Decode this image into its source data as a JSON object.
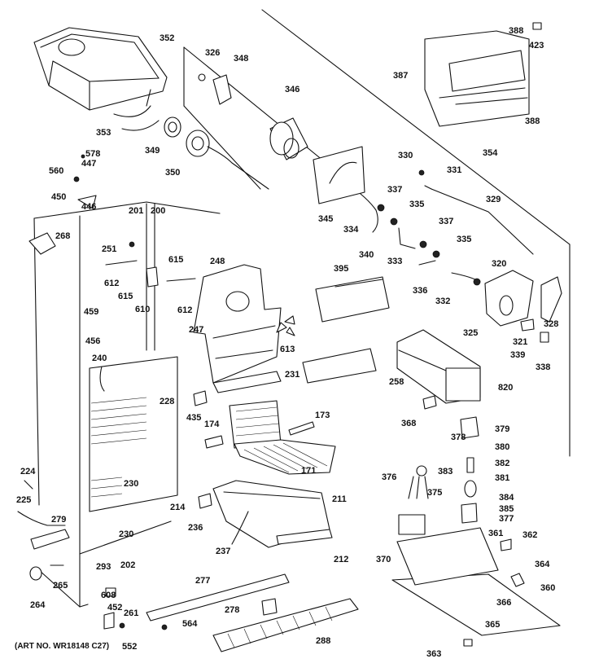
{
  "caption": "(ART NO. WR18148 C27)",
  "labels": [
    "352",
    "326",
    "348",
    "388",
    "423",
    "387",
    "346",
    "353",
    "349",
    "350",
    "388",
    "330",
    "354",
    "578",
    "447",
    "560",
    "331",
    "337",
    "329",
    "450",
    "446",
    "201",
    "200",
    "345",
    "334",
    "335",
    "268",
    "337",
    "251",
    "615",
    "248",
    "340",
    "333",
    "335",
    "395",
    "612",
    "615",
    "610",
    "612",
    "336",
    "332",
    "320",
    "459",
    "328",
    "325",
    "321",
    "247",
    "613",
    "339",
    "338",
    "456",
    "240",
    "231",
    "258",
    "228",
    "820",
    "173",
    "435",
    "174",
    "368",
    "378",
    "379",
    "380",
    "376",
    "383",
    "382",
    "381",
    "375",
    "224",
    "171",
    "230",
    "211",
    "225",
    "214",
    "384",
    "385",
    "377",
    "279",
    "236",
    "230",
    "361",
    "362",
    "370",
    "237",
    "212",
    "293",
    "202",
    "364",
    "360",
    "265",
    "264",
    "277",
    "608",
    "452",
    "366",
    "261",
    "278",
    "365",
    "564",
    "288",
    "552",
    "363"
  ]
}
